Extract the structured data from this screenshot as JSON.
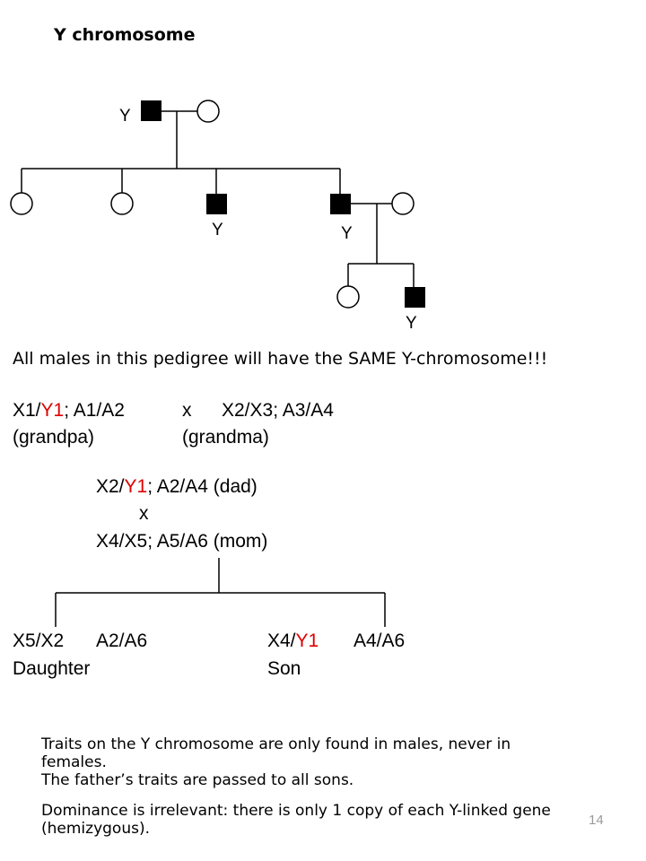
{
  "title": "Y chromosome",
  "pedigree": {
    "y_label": "Y"
  },
  "statement": "All males in this pedigree will have the SAME Y-chromosome!!!",
  "cross1": {
    "grandpa_pre": "X1/",
    "grandpa_y": "Y1",
    "grandpa_post": "; A1/A2",
    "cross_symbol": "x",
    "grandma_genotype": "X2/X3; A3/A4",
    "grandpa_label": "(grandpa)",
    "grandma_label": "(grandma)"
  },
  "cross2": {
    "dad_pre": "X2/",
    "dad_y": "Y1",
    "dad_post": "; A2/A4 (dad)",
    "cross_symbol": "x",
    "mom": "X4/X5; A5/A6 (mom)"
  },
  "offspring": {
    "daughter_x": "X5/X2",
    "daughter_a": "A2/A6",
    "daughter_label": "Daughter",
    "son_x_pre": "X4/",
    "son_y": "Y1",
    "son_a": "A4/A6",
    "son_label": "Son"
  },
  "traits": [
    "Traits on the Y chromosome are only found in males, never in females.",
    "The father’s traits are passed to all sons.",
    "Dominance is irrelevant: there is only 1 copy of each Y-linked gene (hemizygous)."
  ],
  "page_number": "14",
  "colors": {
    "highlight": "#e00000",
    "page_number": "#9a9a9a"
  }
}
